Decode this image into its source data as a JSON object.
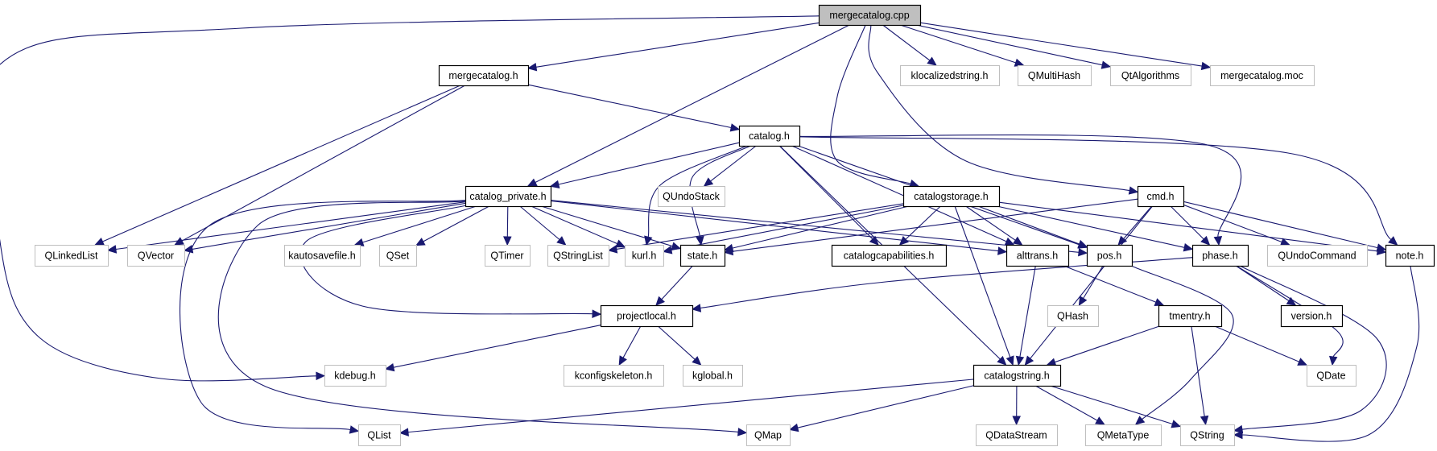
{
  "title": "mergecatalog.cpp include dependency graph",
  "colors": {
    "edge": "#191970",
    "root_fill": "#bfbfbf",
    "local_border": "#000000",
    "external_border": "#bfbfbf"
  },
  "nodes": [
    {
      "id": "mergecatalog_cpp",
      "label": "mergecatalog.cpp",
      "kind": "root"
    },
    {
      "id": "mergecatalog_h",
      "label": "mergecatalog.h",
      "kind": "local"
    },
    {
      "id": "klocalizedstring_h",
      "label": "klocalizedstring.h",
      "kind": "external"
    },
    {
      "id": "QMultiHash",
      "label": "QMultiHash",
      "kind": "external"
    },
    {
      "id": "QtAlgorithms",
      "label": "QtAlgorithms",
      "kind": "external"
    },
    {
      "id": "mergecatalog_moc",
      "label": "mergecatalog.moc",
      "kind": "external"
    },
    {
      "id": "catalog_h",
      "label": "catalog.h",
      "kind": "local"
    },
    {
      "id": "catalog_private_h",
      "label": "catalog_private.h",
      "kind": "local"
    },
    {
      "id": "QUndoStack",
      "label": "QUndoStack",
      "kind": "external"
    },
    {
      "id": "catalogstorage_h",
      "label": "catalogstorage.h",
      "kind": "local"
    },
    {
      "id": "cmd_h",
      "label": "cmd.h",
      "kind": "local"
    },
    {
      "id": "QLinkedList",
      "label": "QLinkedList",
      "kind": "external"
    },
    {
      "id": "QVector",
      "label": "QVector",
      "kind": "external"
    },
    {
      "id": "kautosavefile_h",
      "label": "kautosavefile.h",
      "kind": "external"
    },
    {
      "id": "QSet",
      "label": "QSet",
      "kind": "external"
    },
    {
      "id": "QTimer",
      "label": "QTimer",
      "kind": "external"
    },
    {
      "id": "QStringList",
      "label": "QStringList",
      "kind": "external"
    },
    {
      "id": "kurl_h",
      "label": "kurl.h",
      "kind": "external"
    },
    {
      "id": "state_h",
      "label": "state.h",
      "kind": "local"
    },
    {
      "id": "catalogcapabilities_h",
      "label": "catalogcapabilities.h",
      "kind": "local"
    },
    {
      "id": "alttrans_h",
      "label": "alttrans.h",
      "kind": "local"
    },
    {
      "id": "pos_h",
      "label": "pos.h",
      "kind": "local"
    },
    {
      "id": "phase_h",
      "label": "phase.h",
      "kind": "local"
    },
    {
      "id": "QUndoCommand",
      "label": "QUndoCommand",
      "kind": "external"
    },
    {
      "id": "note_h",
      "label": "note.h",
      "kind": "local"
    },
    {
      "id": "projectlocal_h",
      "label": "projectlocal.h",
      "kind": "local"
    },
    {
      "id": "QHash",
      "label": "QHash",
      "kind": "external"
    },
    {
      "id": "tmentry_h",
      "label": "tmentry.h",
      "kind": "local"
    },
    {
      "id": "version_h",
      "label": "version.h",
      "kind": "local"
    },
    {
      "id": "kdebug_h",
      "label": "kdebug.h",
      "kind": "external"
    },
    {
      "id": "kconfigskeleton_h",
      "label": "kconfigskeleton.h",
      "kind": "external"
    },
    {
      "id": "kglobal_h",
      "label": "kglobal.h",
      "kind": "external"
    },
    {
      "id": "catalogstring_h",
      "label": "catalogstring.h",
      "kind": "local"
    },
    {
      "id": "QDate",
      "label": "QDate",
      "kind": "external"
    },
    {
      "id": "QList",
      "label": "QList",
      "kind": "external"
    },
    {
      "id": "QMap",
      "label": "QMap",
      "kind": "external"
    },
    {
      "id": "QDataStream",
      "label": "QDataStream",
      "kind": "external"
    },
    {
      "id": "QMetaType",
      "label": "QMetaType",
      "kind": "external"
    },
    {
      "id": "QString",
      "label": "QString",
      "kind": "external"
    }
  ],
  "edges": [
    [
      "mergecatalog_cpp",
      "mergecatalog_h"
    ],
    [
      "mergecatalog_cpp",
      "kdebug_h"
    ],
    [
      "mergecatalog_cpp",
      "catalog_private_h"
    ],
    [
      "mergecatalog_cpp",
      "catalogstorage_h"
    ],
    [
      "mergecatalog_cpp",
      "cmd_h"
    ],
    [
      "mergecatalog_cpp",
      "klocalizedstring_h"
    ],
    [
      "mergecatalog_cpp",
      "QMultiHash"
    ],
    [
      "mergecatalog_cpp",
      "QtAlgorithms"
    ],
    [
      "mergecatalog_cpp",
      "mergecatalog_moc"
    ],
    [
      "mergecatalog_h",
      "catalog_h"
    ],
    [
      "mergecatalog_h",
      "QLinkedList"
    ],
    [
      "mergecatalog_h",
      "QVector"
    ],
    [
      "catalog_h",
      "catalog_private_h"
    ],
    [
      "catalog_h",
      "QUndoStack"
    ],
    [
      "catalog_h",
      "kurl_h"
    ],
    [
      "catalog_h",
      "state_h"
    ],
    [
      "catalog_h",
      "catalogcapabilities_h"
    ],
    [
      "catalog_h",
      "catalogstring_h"
    ],
    [
      "catalog_h",
      "alttrans_h"
    ],
    [
      "catalog_h",
      "pos_h"
    ],
    [
      "catalog_h",
      "phase_h"
    ],
    [
      "catalog_h",
      "note_h"
    ],
    [
      "catalog_private_h",
      "QLinkedList"
    ],
    [
      "catalog_private_h",
      "QVector"
    ],
    [
      "catalog_private_h",
      "kautosavefile_h"
    ],
    [
      "catalog_private_h",
      "QSet"
    ],
    [
      "catalog_private_h",
      "QTimer"
    ],
    [
      "catalog_private_h",
      "QStringList"
    ],
    [
      "catalog_private_h",
      "kurl_h"
    ],
    [
      "catalog_private_h",
      "state_h"
    ],
    [
      "catalog_private_h",
      "alttrans_h"
    ],
    [
      "catalog_private_h",
      "pos_h"
    ],
    [
      "catalog_private_h",
      "projectlocal_h"
    ],
    [
      "catalog_private_h",
      "QList"
    ],
    [
      "catalog_private_h",
      "QMap"
    ],
    [
      "catalogstorage_h",
      "QStringList"
    ],
    [
      "catalogstorage_h",
      "kurl_h"
    ],
    [
      "catalogstorage_h",
      "state_h"
    ],
    [
      "catalogstorage_h",
      "catalogcapabilities_h"
    ],
    [
      "catalogstorage_h",
      "alttrans_h"
    ],
    [
      "catalogstorage_h",
      "pos_h"
    ],
    [
      "catalogstorage_h",
      "phase_h"
    ],
    [
      "catalogstorage_h",
      "note_h"
    ],
    [
      "catalogstorage_h",
      "catalogstring_h"
    ],
    [
      "cmd_h",
      "state_h"
    ],
    [
      "cmd_h",
      "pos_h"
    ],
    [
      "cmd_h",
      "phase_h"
    ],
    [
      "cmd_h",
      "QUndoCommand"
    ],
    [
      "cmd_h",
      "note_h"
    ],
    [
      "cmd_h",
      "catalogstring_h"
    ],
    [
      "state_h",
      "projectlocal_h"
    ],
    [
      "alttrans_h",
      "catalogstring_h"
    ],
    [
      "alttrans_h",
      "tmentry_h"
    ],
    [
      "pos_h",
      "QHash"
    ],
    [
      "pos_h",
      "QMetaType"
    ],
    [
      "phase_h",
      "projectlocal_h"
    ],
    [
      "phase_h",
      "version_h"
    ],
    [
      "phase_h",
      "QDate"
    ],
    [
      "phase_h",
      "QString"
    ],
    [
      "note_h",
      "QString"
    ],
    [
      "projectlocal_h",
      "kdebug_h"
    ],
    [
      "projectlocal_h",
      "kconfigskeleton_h"
    ],
    [
      "projectlocal_h",
      "kglobal_h"
    ],
    [
      "tmentry_h",
      "catalogstring_h"
    ],
    [
      "tmentry_h",
      "QString"
    ],
    [
      "tmentry_h",
      "QDate"
    ],
    [
      "catalogstring_h",
      "QList"
    ],
    [
      "catalogstring_h",
      "QMap"
    ],
    [
      "catalogstring_h",
      "QDataStream"
    ],
    [
      "catalogstring_h",
      "QMetaType"
    ],
    [
      "catalogstring_h",
      "QString"
    ]
  ]
}
